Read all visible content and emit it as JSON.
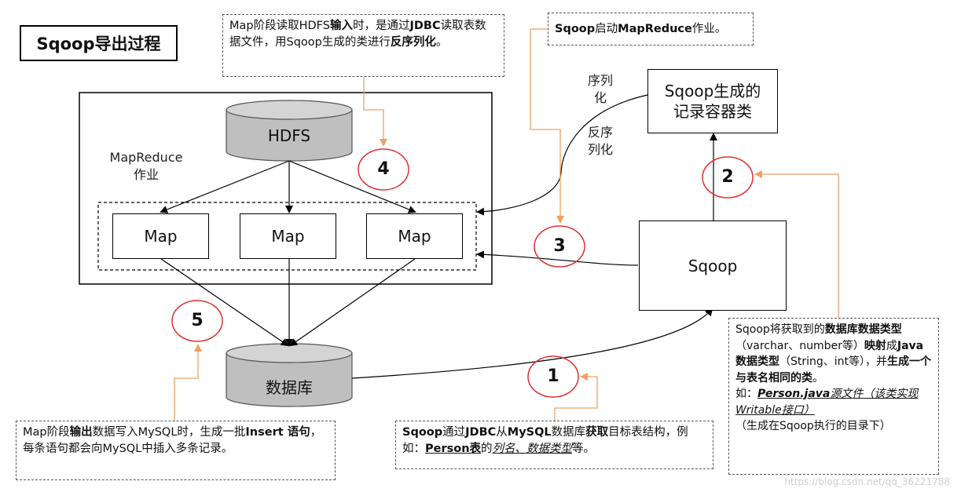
{
  "title": "Sqoop导出过程",
  "hdfs_label": "HDFS",
  "database_label": "数据库",
  "mapreduce_label": [
    "MapReduce",
    "作业"
  ],
  "map_labels": [
    "Map",
    "Map",
    "Map"
  ],
  "sqoop_label": "Sqoop",
  "record_class_label": [
    "Sqoop生成的",
    "记录容器类"
  ],
  "serialize_label": [
    "序列",
    "化"
  ],
  "deserialize_label": [
    "反序",
    "列化"
  ],
  "step_numbers": [
    "1",
    "2",
    "3",
    "4",
    "5"
  ],
  "notes": {
    "note4": {
      "t1": "Map阶段读取HDFS",
      "b1": "输入",
      "t2": "时，是通过",
      "b2": "JDBC",
      "t3": "读取表数据文件，用Sqoop生成的类进行",
      "b3": "反序列化",
      "t4": "。"
    },
    "note3": {
      "b1": "Sqoop",
      "t1": "启动",
      "b2": "MapReduce",
      "t2": "作业。"
    },
    "note2": {
      "t1": "Sqoop将获取到的",
      "b1": "数据库数据类型",
      "t2": "（varchar、number等）",
      "b2": "映射",
      "t3": "成",
      "b3": "Java数据类型",
      "t4": "（String、int等），并",
      "b4": "生成一个与表名相同的类",
      "t5": "。",
      "t6": "如：",
      "b5": "Person.java",
      "i1": "源文件（该类实现Writable接口）",
      "t7": "（生成在Sqoop执行的目录下）"
    },
    "note1": {
      "b1": "Sqoop",
      "t1": "通过",
      "b2": "JDBC",
      "t2": "从",
      "b3": "MySQL",
      "t3": "数据库",
      "b4": "获取",
      "t4": "目标表结构，例如：",
      "b5": "Person表",
      "t5": "的",
      "i1": "列名、数据类型",
      "t6": "等。"
    },
    "note5": {
      "t1": "Map阶段",
      "b1": "输出",
      "t2": "数据写入MySQL时，生成一批",
      "b2": "Insert 语句",
      "t3": "，每条语句都会向MySQL中插入多条记录。"
    }
  },
  "watermark": "https://blog.csdn.net/qq_36221788",
  "colors": {
    "accent_orange": "#f0a060",
    "circle_red": "#e03030",
    "cylinder_fill": "#bfbfbf"
  }
}
